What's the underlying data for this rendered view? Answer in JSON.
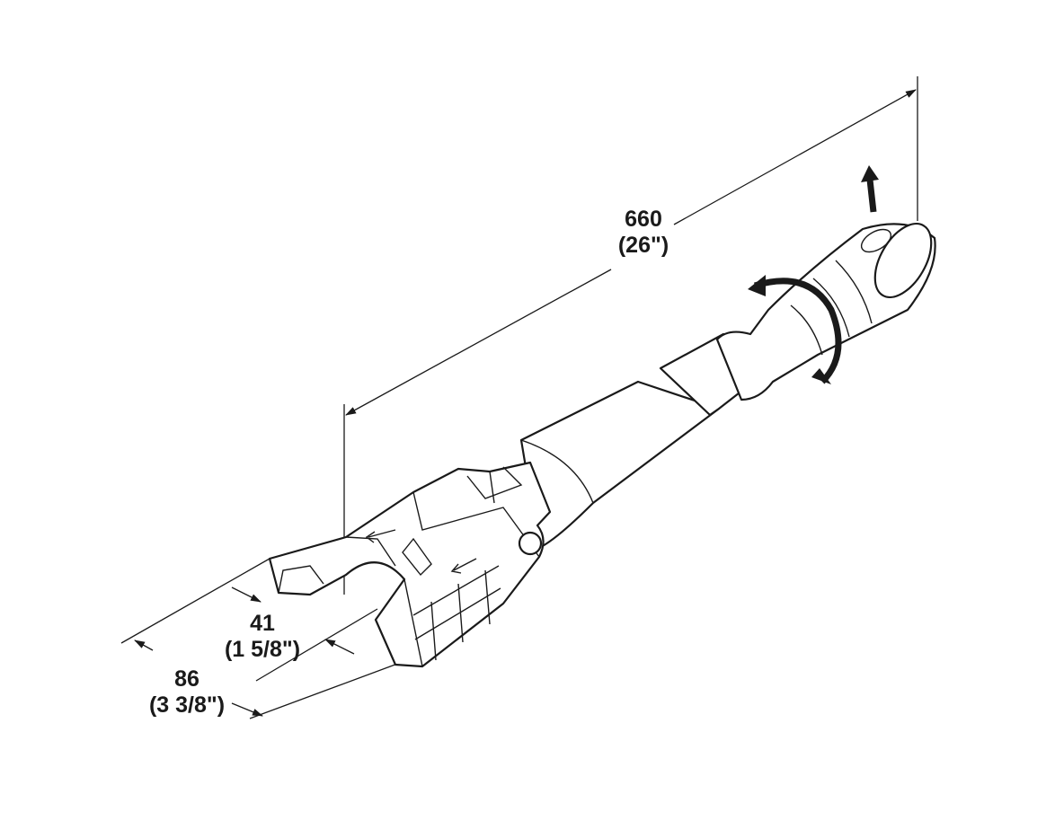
{
  "dimensions": {
    "overall_length": {
      "value": "660",
      "imperial": "(26\")"
    },
    "jaw_opening": {
      "value": "41",
      "imperial": "(1 5/8\")"
    },
    "jaw_width": {
      "value": "86",
      "imperial": "(3 3/8\")"
    }
  },
  "colors": {
    "line": "#1a1a1a",
    "background": "#ffffff"
  }
}
